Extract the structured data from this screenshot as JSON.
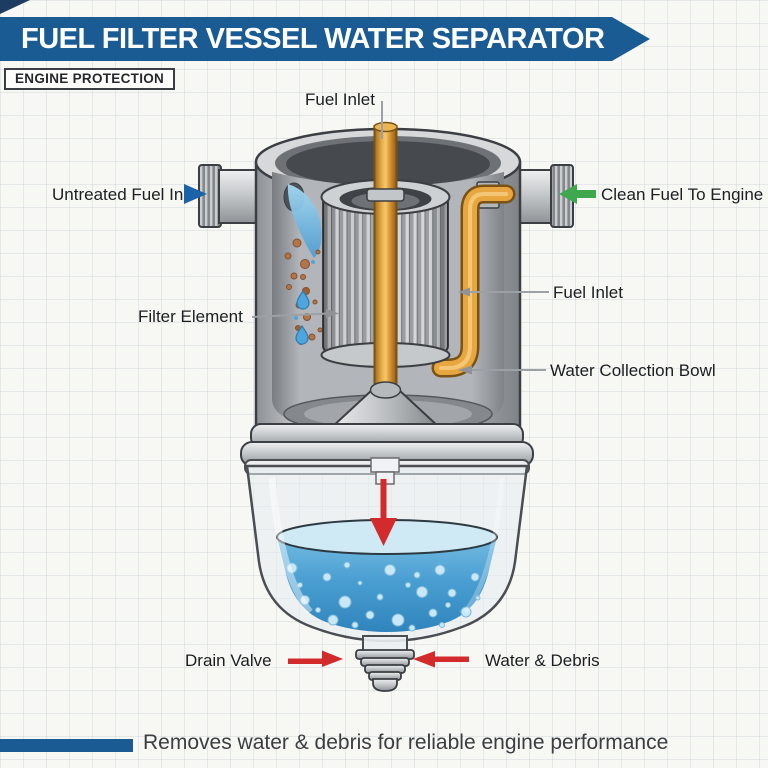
{
  "header": {
    "title": "FUEL FILTER VESSEL WATER SEPARATOR",
    "badge": "ENGINE PROTECTION"
  },
  "diagram": {
    "labels": {
      "fuel_inlet_top": "Fuel Inlet",
      "untreated_fuel_in": "Untreated Fuel In",
      "clean_fuel_to_engine": "Clean Fuel To Engine",
      "filter_element": "Filter Element",
      "fuel_inlet_side": "Fuel Inlet",
      "water_collection_bowl": "Water Collection Bowl",
      "drain_valve": "Drain Valve",
      "water_and_debris": "Water & Debris"
    },
    "icons": {
      "untreated_fuel_arrow": "blue right-pointing triangle",
      "clean_fuel_arrow": "green left-pointing arrow",
      "water_drop_arrow": "red down arrow",
      "drain_valve_arrow": "red right arrow",
      "water_debris_arrow": "red left arrow"
    }
  },
  "footer": {
    "tagline": "Removes water & debris for reliable engine performance"
  },
  "colors": {
    "banner_blue": "#1b5b94",
    "corner_navy": "#1e3c62",
    "inlet_arrow_blue": "#1a63a8",
    "clean_fuel_green": "#3fa84f",
    "flow_arrow_red": "#d32b2b",
    "pipe_orange": "#e7a73e",
    "water_blue": "#4a9fd2",
    "metal_gray": "#c2c5c8"
  }
}
